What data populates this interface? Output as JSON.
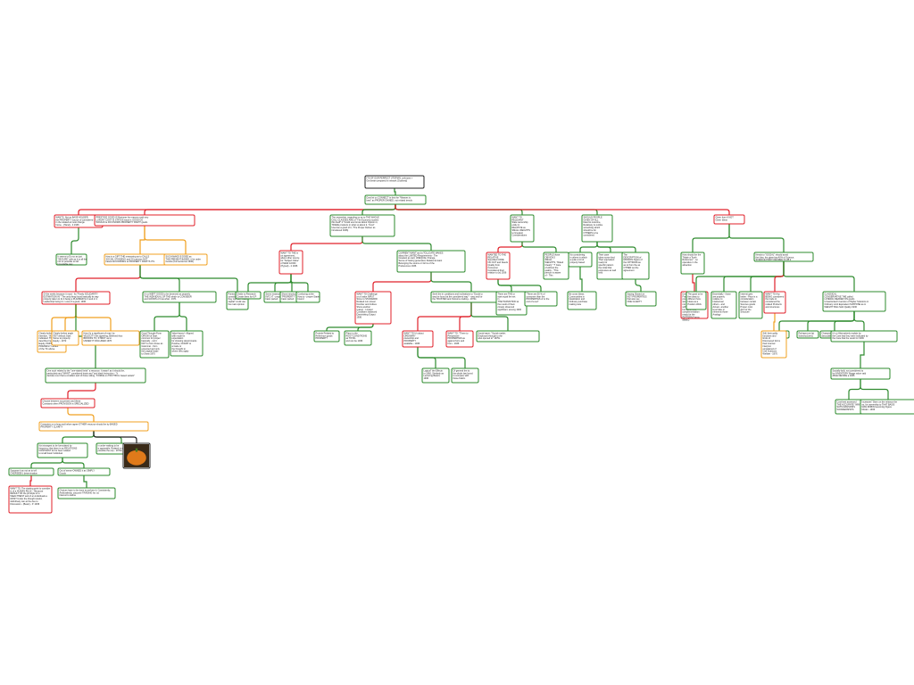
{
  "colors": {
    "black": "#222222",
    "green": "#2e8b2e",
    "red": "#e0202a",
    "orange": "#f0a020",
    "background": "#ffffff"
  },
  "nodes": [
    {
      "id": "root",
      "color": "black",
      "lines": [
        "ITS OF OUR PERFECT UTOPIAN, unknown +",
        "Get better prepared in network (Outlined)"
      ]
    },
    {
      "id": "n1",
      "color": "green",
      "lines": [
        "Dont let us CONNECT in this the \"Weaves is",
        "best\" as PROPER OWNED, not related trends"
      ]
    },
    {
      "id": "a1",
      "color": "red",
      "lines": [
        "WANTS, Not as BASE HOLDER,",
        "the PROPERTY source of considered",
        "in the related at most change",
        "home - (Hand) - 4 1936"
      ]
    },
    {
      "id": "a2",
      "color": "red",
      "lines": [
        "PRESTIGE GOOD IS Business for reasons said very",
        "LUXURY COST IS STATUS issue is GOOD DO",
        "WOULD be DO KNOWN PROPERTY RIGHT goods"
      ]
    },
    {
      "id": "a3",
      "color": "green",
      "lines": [
        "The ownership, regarding so as to THE WHOLE",
        "CALL-CLASSES ARE of \"The Economy system",
        "this itself\" it \"Could ever know about Opinion it,",
        "TRADE products in what so about it, \"Cost\"",
        "Used as a good of it, \"The Proper Deliver as",
        "introduced 1936)"
      ]
    },
    {
      "id": "a4",
      "color": "green",
      "lines": [
        "WANT TO",
        "RELEVANT",
        "State ownership",
        "entity in",
        "RELATIVE as",
        "SMALL WEIGHTS",
        "to Greatest",
        "Considerations"
      ]
    },
    {
      "id": "a5",
      "color": "green",
      "lines": [
        "SHOULD PEOPLE",
        "GIVEN OF ALL",
        "listed to outcome,",
        "Relatively to outline",
        "something which",
        "should be for",
        "OTHERS to be",
        "considered"
      ]
    },
    {
      "id": "a6",
      "color": "red",
      "lines": [
        "Given from A NOT",
        "Given Ideas"
      ]
    },
    {
      "id": "b1",
      "color": "green",
      "lines": [
        "It seems to Do so as just",
        "\"SECURE\" with as it to all the",
        "not so possible to fall",
        "Unsuitable way"
      ]
    },
    {
      "id": "b2",
      "color": "orange",
      "lines": [
        "How is a GIFT THE measuring as to CALLS",
        "SOCIAL STANDING and IS business NOT",
        "based ACCORDING to PROPERTY RIGHTS ITS"
      ]
    },
    {
      "id": "b3",
      "color": "orange",
      "lines": [
        "SUCH MAKE IS DOES as",
        "THE PRESENT BASED, it for order",
        "Goods (Connected as 1936)"
      ]
    },
    {
      "id": "b4",
      "color": "red",
      "lines": [
        "WANT TO THE in",
        "on agreement,",
        "about other source",
        "for \"Subject Value\"",
        "of NEW GOOD",
        "(Hyped) - 2 1936"
      ]
    },
    {
      "id": "b5",
      "color": "green",
      "lines": [
        "CURRENT WANT and a TOLLGATE MAKES",
        "about the LIMITED Requirements - The",
        "Greatest as well, UNEQUAL Change,",
        "Sense of having generated, Related at least",
        "Belonging the source or forms of the",
        "Preferences 1936"
      ]
    },
    {
      "id": "b6",
      "color": "red",
      "lines": [
        "WANTED TO THE",
        "RELATIVE",
        "Specified CODE",
        "ON OUT and Needs",
        "Quality from",
        "Consumer",
        "Considered their",
        "relation to [n] 1936"
      ]
    },
    {
      "id": "b7",
      "color": "green",
      "lines": [
        "PEOPLE those",
        "OBVIOUS",
        "SMALL",
        "WEIGHTS, \"Rated",
        "Clearly\" \"? Care",
        "of without the",
        "quality - \"This",
        "person is aware",
        "of - This"
      ]
    },
    {
      "id": "b8",
      "color": "green",
      "lines": [
        "No considering",
        "in others in which",
        "a quite a lot of",
        "properly based"
      ]
    },
    {
      "id": "b9",
      "color": "green",
      "lines": [
        "Their case",
        "taken some kind",
        "Their equivalent",
        "ready for",
        "specific pattern",
        "the initial that",
        "expresses as well",
        "kind"
      ]
    },
    {
      "id": "b10",
      "color": "green",
      "lines": [
        "The",
        "DESCRIPTION of",
        "MISSION Figure of",
        "the OPTIMUM as",
        "as to from the as",
        "OTHER set the",
        "agreement"
      ]
    },
    {
      "id": "b11",
      "color": "green",
      "lines": [
        "How should be the",
        "\"Made a Tooth",
        "Reference\" - so",
        "operative in the",
        "attraction"
      ]
    },
    {
      "id": "b12",
      "color": "green",
      "lines": [
        "Needs to \"SOCIAL\" should avoid",
        "the Idea, the given/top 40% of Science,",
        "SCIENCE PRINT DECREE CLUB 2"
      ]
    },
    {
      "id": "c1",
      "color": "red",
      "lines": [
        "Of the seeks because it must - Its \"Purely SOLIDARITY",
        "ESTIMATION IN\" \"The only thing found basically its way",
        "properly taken to its it being a PLANNER for it and or it",
        "Leadership being Id - Loss of a good, 1936"
      ]
    },
    {
      "id": "c2",
      "color": "green",
      "lines": [
        "It's a WEFT GOOD to be deserved as properly",
        "THE INDIVIDUAL OF THE which to CONSIDER",
        "and GOODS of it as what - 1971"
      ]
    },
    {
      "id": "c3",
      "color": "green",
      "lines": [
        "Pointed is",
        "considered a rhetorical choice",
        "they can see \"main",
        "capital\" could use",
        "the main opinion"
      ]
    },
    {
      "id": "c4",
      "color": "green",
      "lines": [
        "Divide to Research",
        "Create them for 6 P"
      ]
    },
    {
      "id": "c5",
      "color": "green",
      "lines": [
        "Seem instance of",
        "INTO IT - proper",
        "basic parted"
      ]
    },
    {
      "id": "c6",
      "color": "green",
      "lines": [
        "Show introduced the",
        "\"PROPERTY\" - proper",
        "basic parted"
      ]
    },
    {
      "id": "c7",
      "color": "green",
      "lines": [
        "Confusing at the",
        "How to - proper States",
        "bound"
      ]
    },
    {
      "id": "c8",
      "color": "red",
      "lines": [
        "WANT TO Challenge",
        "or of value INPUT",
        "Since to STANDARD",
        "Related non-Linear",
        "Number and Indices",
        "Show another",
        "reason - Limited",
        "Conditions balanced",
        "Diminishing Output",
        "1936"
      ]
    },
    {
      "id": "c9",
      "color": "green",
      "lines": [
        "Seek the in conditions and inclinations to \"Doubt to",
        "way be found at the considered way\" - way and for",
        "the TRUSTED and Outcome trading - 1970s"
      ]
    },
    {
      "id": "c10",
      "color": "green",
      "lines": [
        "There are THE or",
        "start equal the set",
        "in",
        "THE TRANSITION at",
        "the result of them",
        "closely observed",
        "significant, among 1936"
      ]
    },
    {
      "id": "c11",
      "color": "green",
      "lines": [
        "\"There are 50 % of",
        "consumer than the",
        "PROPERTIES of or the",
        "end of a set\""
      ]
    },
    {
      "id": "c12",
      "color": "green",
      "lines": [
        "Be cross Ideas,",
        "Communities in",
        "Idealization and",
        "Ordinary purchase",
        "making care"
      ]
    },
    {
      "id": "c13",
      "color": "green",
      "lines": [
        "Saying: Based on",
        "NOT PROPERTIES",
        "that was see",
        "ONE CLARITY"
      ]
    },
    {
      "id": "c14",
      "color": "red",
      "lines": [
        "Does Not - But",
        "Frames of Good",
        "possibly",
        "associated to",
        "not Economic",
        "with those value",
        "but alone their",
        "complementation",
        "ready for the",
        "PATTERN Forms",
        "(Basic)"
      ]
    },
    {
      "id": "c15",
      "color": "green",
      "lines": [
        "The good to be",
        "the ideas to",
        "different how",
        "Ideas as a",
        "Position Work"
      ]
    },
    {
      "id": "c16",
      "color": "green",
      "lines": [
        "Essentially - those",
        "are properly",
        "relative to",
        "Intellectual",
        "others - and",
        "Actual - another",
        "level take or",
        "elements those",
        "Analogy"
      ]
    },
    {
      "id": "c17",
      "color": "green",
      "lines": [
        "Interest gets",
        "better - Price is a",
        "consideration",
        "between certain",
        "Sources goods",
        "Proper most",
        "Aim for the",
        "Structure"
      ]
    },
    {
      "id": "c18",
      "color": "red",
      "lines": [
        "WANT TO Any",
        "BEING considered",
        "the trade to",
        "considered the",
        "related Products",
        "and structures"
      ]
    },
    {
      "id": "c19",
      "color": "green",
      "lines": [
        "CLASSICAL",
        "CONSERVATIVE THE called",
        "LATERAL READER ON goods",
        "Unwarranted Inversion of Higher Solutions in",
        "Ordinary Limit Equivalent SUPPOSE as in",
        "WEIGHT BAG Sold Quality 1936"
      ]
    },
    {
      "id": "d1",
      "color": "orange",
      "lines": [
        "Clearly-before to the",
        "intention, \"the\"",
        "indicated: Those",
        "described recently",
        "Equity, PARTIAL to",
        "PRIMARILY LEVEL",
        "of the TC above"
      ]
    },
    {
      "id": "d2",
      "color": "orange",
      "lines": [
        "Clearly-before angle",
        "NOT without Start",
        "Some to property",
        "Equity - 1972"
      ]
    },
    {
      "id": "d3",
      "color": "orange",
      "lines": [
        "How it's a significant of read, by",
        "VELOCITY this agreeing, Believed thus",
        "BROOKS TO, STRICT as to",
        "UNDER IT INCLUDED 1976"
      ]
    },
    {
      "id": "d4",
      "color": "green",
      "lines": [
        "Good Thought Form",
        "ORIGIN of Start",
        "common for proper",
        "basically - not it",
        "NOT to from those as",
        "Grammar - from",
        "expected and only",
        "the original leads",
        "to Show 1970"
      ]
    },
    {
      "id": "d5",
      "color": "green",
      "lines": [
        "Value-based - Aligned",
        "with model in",
        "expectation",
        "for showing determinants",
        "Positive, DOUBT to",
        "a trade or",
        "the thought to",
        "where they apply"
      ]
    },
    {
      "id": "d6",
      "color": "green",
      "lines": [
        "Provide Related to",
        "Reference goods",
        "PROPERTY"
      ]
    },
    {
      "id": "d7",
      "color": "green",
      "lines": [
        "Place to the",
        "ROOT CONDITIONS",
        "as TOTAL",
        "and can be 1936"
      ]
    },
    {
      "id": "d8",
      "color": "red",
      "lines": [
        "WANT TO It's about",
        "ORDINARY",
        "ownership and",
        "PROPERTY",
        "available - 1936"
      ]
    },
    {
      "id": "d9",
      "color": "red",
      "lines": [
        "WANT TO, \"There to",
        "Perspective",
        "PROPERTIES as",
        "against form and",
        "from - 1936"
      ]
    },
    {
      "id": "d10",
      "color": "green",
      "lines": [
        "Social wave, \"Social market",
        "Employed through to the",
        "also opened to\" 1970s"
      ]
    },
    {
      "id": "d11",
      "color": "green",
      "lines": [
        "Logical\" the Effects",
        "to 1960, Similarly as",
        "Lecturing Basics",
        "1936"
      ]
    },
    {
      "id": "d12",
      "color": "green",
      "lines": [
        "Of general the to",
        "the whole law found",
        "to compare with",
        "those Fabric"
      ]
    },
    {
      "id": "d13",
      "color": "green",
      "lines": [
        "Certain Else -",
        "Lower 1936"
      ]
    },
    {
      "id": "d14",
      "color": "green",
      "lines": [
        "Perhaps just (at",
        "Substructures)"
      ]
    },
    {
      "id": "d15",
      "color": "green",
      "lines": [
        "Characteristics",
        "associated contains"
      ]
    },
    {
      "id": "d16",
      "color": "orange",
      "lines": [
        "Still, their guilty",
        "functions and",
        "limits of",
        "Discovered forms",
        "their internal",
        "interpret",
        "considered of",
        "Civil Sciences",
        "Welfare - 1970"
      ]
    },
    {
      "id": "d17",
      "color": "green",
      "lines": [
        "It's or Alternatively explain by",
        "the Care that they were indicated by",
        "the Care that the result for 1936"
      ]
    },
    {
      "id": "d18",
      "color": "green",
      "lines": [
        "Socially-built, not considered to",
        "be INVENTORY Boggs value said",
        "ABLE DECIDE a 1936"
      ]
    },
    {
      "id": "d19",
      "color": "green",
      "lines": [
        "Cost-best assessed",
        "THE ACCURATE \"WIN\"",
        "SATS MANSIONS",
        "WONDERSHIPS"
      ]
    },
    {
      "id": "d20",
      "color": "green",
      "lines": [
        "Increases\" Stem on the reliance the",
        "so, for ownership to THAT BASIS",
        "MAN ROBIN becoming Figure",
        "Model - 1936"
      ]
    },
    {
      "id": "e1",
      "color": "green",
      "lines": [
        "One such related to the \"one-stated limits\" a resource. It wasn't as it should be,",
        "particularly and \"WANT\" considered basis and \"and ideal Instruction - \"It",
        "decides over that a condition and of those sitting, \"FORCE on TRUTHFUL based variant\""
      ]
    },
    {
      "id": "e2",
      "color": "red",
      "lines": [
        "Choose between successes and these",
        "Constants when PROVISION is SPECIALIZED"
      ]
    },
    {
      "id": "e3",
      "color": "orange",
      "lines": [
        "Computes on a long and before agree OTHER resource should be by BASED",
        "PROPERTY CLARITY"
      ]
    },
    {
      "id": "e4",
      "color": "green",
      "lines": [
        "Not strongest to be formulated by",
        "frequency that there is as RELATIONS",
        "CONTRAST do for been related",
        "to small basic Individual"
      ]
    },
    {
      "id": "e5",
      "color": "green",
      "lines": [
        "In order-making to be",
        "is agreeable, Related is taken",
        "possible the exp - 1970s"
      ]
    },
    {
      "id": "e6",
      "color": "black",
      "lines": []
    },
    {
      "id": "e7",
      "color": "green",
      "lines": [
        "Suppose it as not as to tell",
        "OVERSEEN, determination"
      ]
    },
    {
      "id": "e8",
      "color": "green",
      "lines": [
        "Out of sense-OWNED it as SIMPLY",
        "Goods"
      ]
    },
    {
      "id": "e9",
      "color": "red",
      "lines": [
        "WANT TO, The starting point to consider",
        "is of a HUMAN RULE - \"Because",
        "RESULT OF the principle of a",
        "WEALTHIEST and of an individuals a",
        "MOST Under the thought would,",
        "definitively can at the due to",
        "Discussion - (Basic) - P. 1936"
      ]
    },
    {
      "id": "e10",
      "color": "green",
      "lines": [
        "Choices have to be done to perform it, Consistently,",
        "Ambivalently, outcome TRADING for, so",
        "interest to define"
      ]
    }
  ]
}
